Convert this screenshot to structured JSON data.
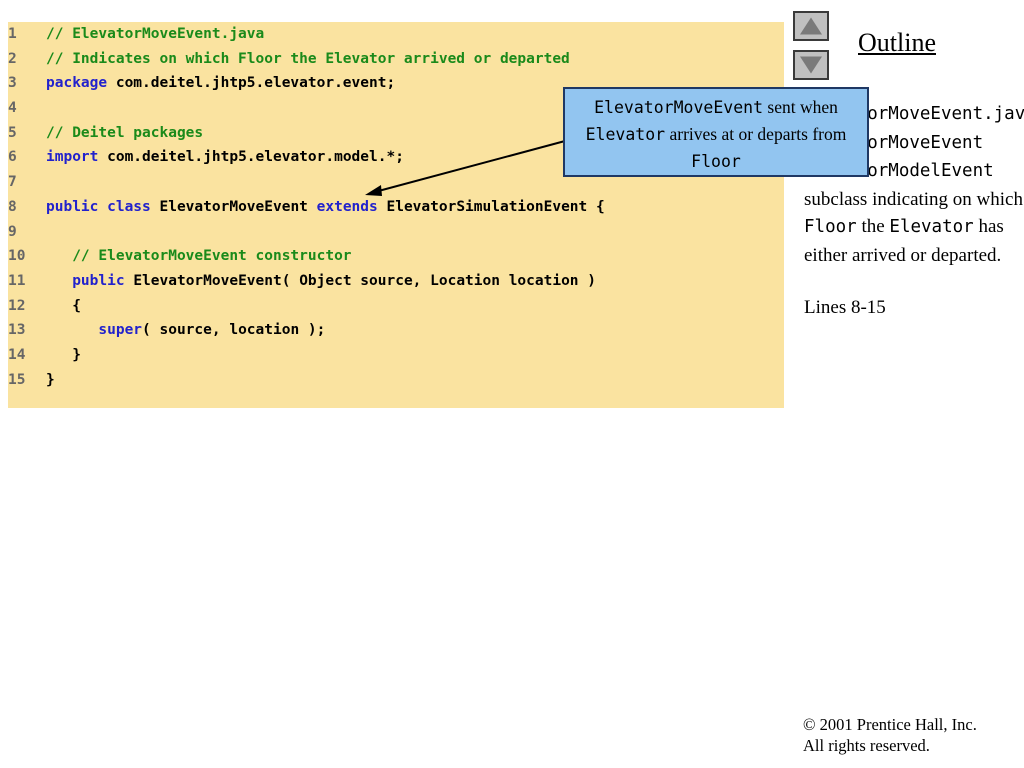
{
  "code_panel": {
    "background_color": "#fae3a0",
    "lines": [
      {
        "n": "1",
        "segments": [
          {
            "t": "// ElevatorMoveEvent.java",
            "c": "cmt"
          }
        ]
      },
      {
        "n": "2",
        "segments": [
          {
            "t": "// Indicates on which Floor the Elevator arrived or departed",
            "c": "cmt"
          }
        ]
      },
      {
        "n": "3",
        "segments": [
          {
            "t": "package",
            "c": "kw"
          },
          {
            "t": " com.deitel.jhtp5.elevator.event;",
            "c": ""
          }
        ]
      },
      {
        "n": "4",
        "segments": [
          {
            "t": "",
            "c": ""
          }
        ]
      },
      {
        "n": "5",
        "segments": [
          {
            "t": "// Deitel packages",
            "c": "cmt"
          }
        ]
      },
      {
        "n": "6",
        "segments": [
          {
            "t": "import",
            "c": "kw"
          },
          {
            "t": " com.deitel.jhtp5.elevator.model.*;",
            "c": ""
          }
        ]
      },
      {
        "n": "7",
        "segments": [
          {
            "t": "",
            "c": ""
          }
        ]
      },
      {
        "n": "8",
        "segments": [
          {
            "t": "public class",
            "c": "kw"
          },
          {
            "t": " ElevatorMoveEvent ",
            "c": ""
          },
          {
            "t": "extends",
            "c": "kw"
          },
          {
            "t": " ElevatorSimulationEvent {",
            "c": ""
          }
        ]
      },
      {
        "n": "9",
        "segments": [
          {
            "t": "",
            "c": ""
          }
        ]
      },
      {
        "n": "10",
        "segments": [
          {
            "t": "   // ElevatorMoveEvent constructor",
            "c": "cmt"
          }
        ]
      },
      {
        "n": "11",
        "segments": [
          {
            "t": "   ",
            "c": ""
          },
          {
            "t": "public",
            "c": "kw"
          },
          {
            "t": " ElevatorMoveEvent( Object source, Location location )",
            "c": ""
          }
        ]
      },
      {
        "n": "12",
        "segments": [
          {
            "t": "   {",
            "c": ""
          }
        ]
      },
      {
        "n": "13",
        "segments": [
          {
            "t": "      ",
            "c": ""
          },
          {
            "t": "super",
            "c": "kw"
          },
          {
            "t": "( source, location );",
            "c": ""
          }
        ]
      },
      {
        "n": "14",
        "segments": [
          {
            "t": "   }",
            "c": ""
          }
        ]
      },
      {
        "n": "15",
        "segments": [
          {
            "t": "}",
            "c": ""
          }
        ]
      }
    ]
  },
  "callout": {
    "background_color": "#92c5f0",
    "border_color": "#1f3864",
    "segments": [
      {
        "t": "ElevatorMoveEvent",
        "mono": true
      },
      {
        "t": " sent when ",
        "mono": false
      },
      {
        "t": "Elevator",
        "mono": true
      },
      {
        "t": " arrives at or departs from ",
        "mono": false
      },
      {
        "t": "Floor",
        "mono": true
      }
    ],
    "plain_text": "ElevatorMoveEvent sent when Elevator arrives at or departs from Floor"
  },
  "outline": {
    "title": "Outline",
    "body_segments": [
      {
        "t": "ElevatorMoveEvent.java",
        "mono": true
      },
      {
        "t": "\n",
        "mono": false
      },
      {
        "t": "ElevatorMoveEvent ElevatorModelEvent",
        "mono": true
      },
      {
        "t": " subclass indicating on which ",
        "mono": false
      },
      {
        "t": "Floor",
        "mono": true
      },
      {
        "t": " the ",
        "mono": false
      },
      {
        "t": "Elevator",
        "mono": true
      },
      {
        "t": " has either arrived or departed.",
        "mono": false
      }
    ],
    "lines_label": "Lines 8-15"
  },
  "scroll_controls": {
    "up_label": "scroll-up",
    "down_label": "scroll-down"
  },
  "footer": {
    "line1": "© 2001 Prentice Hall, Inc.",
    "line2": "All rights reserved."
  }
}
